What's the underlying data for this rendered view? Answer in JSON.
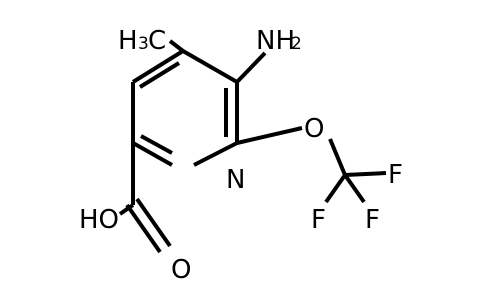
{
  "molecule": {
    "labels": {
      "amino": "NH",
      "amino_sub": "2",
      "methyl_h": "H",
      "methyl_sub": "3",
      "methyl_c": "C",
      "ring_n": "N",
      "ether_o": "O",
      "f1": "F",
      "f2": "F",
      "f3": "F",
      "hydroxyl": "HO",
      "carbonyl_o": "O"
    }
  }
}
